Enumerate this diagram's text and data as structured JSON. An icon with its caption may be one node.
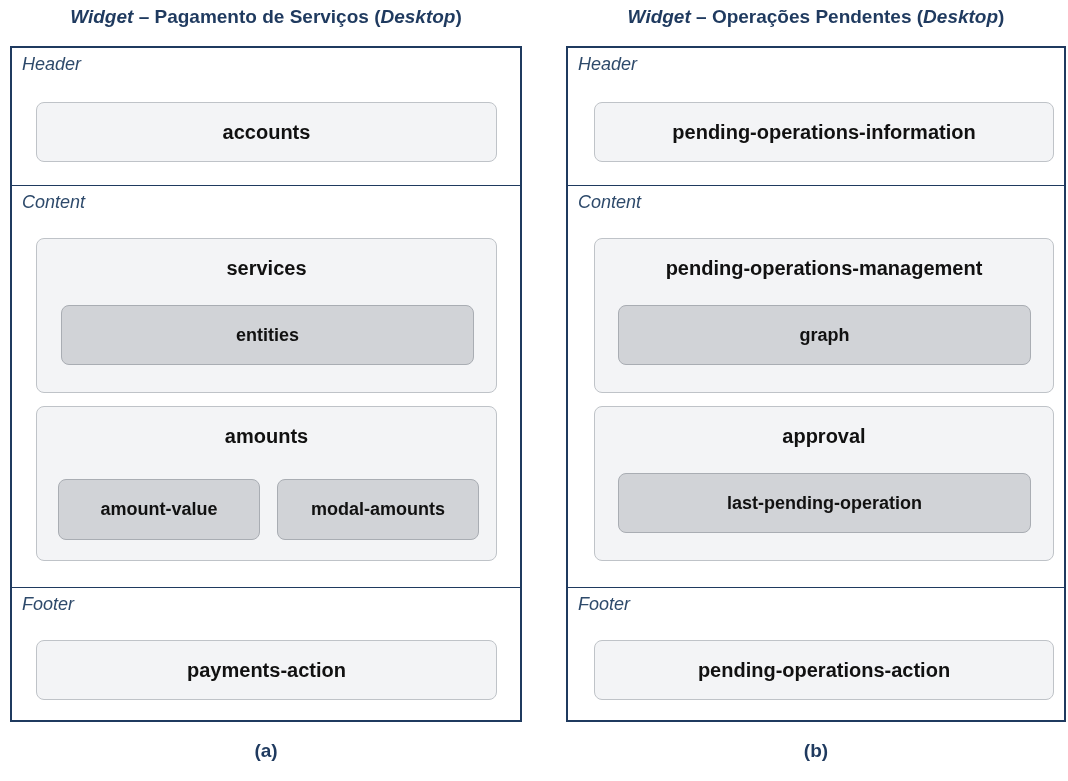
{
  "diagram": {
    "nodes": [
      {
        "text": [
          "*Widget* – Pagamento de Serviços (*Desktop*)"
        ],
        "beside": [
          "(a)"
        ]
      },
      {
        "text": [
          "Header"
        ],
        "in": 0
      },
      {
        "text": [
          "accounts"
        ],
        "in": 1
      },
      {
        "text": [
          "Content"
        ],
        "in": 0
      },
      {
        "text": [
          "services"
        ],
        "in": 3
      },
      {
        "text": [
          "entities"
        ],
        "in": 4
      },
      {
        "text": [
          "amounts"
        ],
        "in": 3
      },
      {
        "text": [
          "amount-value"
        ],
        "in": 6
      },
      {
        "text": [
          "modal-amounts"
        ],
        "in": 6
      },
      {
        "text": [
          "Footer"
        ],
        "in": 0
      },
      {
        "text": [
          "payments-action"
        ],
        "in": 9
      },
      {
        "text": [
          "*Widget* – Operações Pendentes (*Desktop*)"
        ],
        "beside": [
          "(b)"
        ]
      },
      {
        "text": [
          "Header"
        ],
        "in": 11
      },
      {
        "text": [
          "pending-operations-information"
        ],
        "in": 12
      },
      {
        "text": [
          "Content"
        ],
        "in": 11
      },
      {
        "text": [
          "pending-operations-management"
        ],
        "in": 14
      },
      {
        "text": [
          "graph"
        ],
        "in": 15
      },
      {
        "text": [
          "approval"
        ],
        "in": 14
      },
      {
        "text": [
          "last-pending-operation"
        ],
        "in": 17
      },
      {
        "text": [
          "Footer"
        ],
        "in": 11
      },
      {
        "text": [
          "pending-operations-action"
        ],
        "in": 19
      }
    ],
    "edges": []
  }
}
